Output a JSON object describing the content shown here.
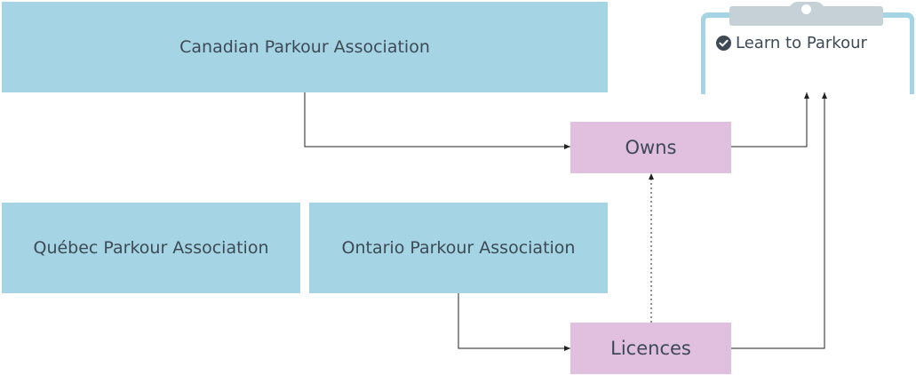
{
  "nodes": {
    "canadian": "Canadian Parkour Association",
    "quebec": "Québec Parkour Association",
    "ontario": "Ontario Parkour Association",
    "owns": "Owns",
    "licences": "Licences",
    "product": "Learn to Parkour"
  },
  "colors": {
    "organization": "#a5d4e4",
    "relationship": "#e0bfdf",
    "text": "#3d4a56",
    "clip": "#c6d1d7"
  },
  "icons": {
    "product_status": "check-circle-icon"
  }
}
